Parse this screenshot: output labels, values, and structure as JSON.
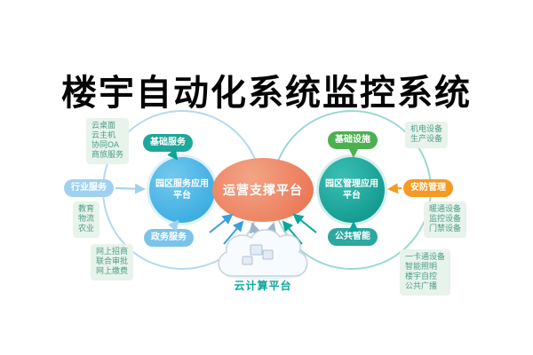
{
  "title": "楼宇自动化系统监控系统",
  "center_platform": {
    "label": "运营支撑平台",
    "color": "#e86f4c"
  },
  "left_platform": {
    "label": "园区服务应用平台",
    "color": "#2da4dd"
  },
  "right_platform": {
    "label": "园区管理应用平台",
    "color": "#079084"
  },
  "cloud_platform": {
    "label": "云计算平台",
    "color": "#0ba69b"
  },
  "left_nodes": [
    {
      "label": "基础服务",
      "color": "#1ea79a"
    },
    {
      "label": "行业服务",
      "color": "#9fd2f0"
    },
    {
      "label": "政务服务",
      "color": "#7cc3e9"
    }
  ],
  "right_nodes": [
    {
      "label": "基础设施",
      "color": "#4cb050"
    },
    {
      "label": "安防管理",
      "color": "#f59a23"
    },
    {
      "label": "公共智能",
      "color": "#2ba8a0"
    }
  ],
  "label_groups": {
    "top_left": [
      "云桌面",
      "云主机",
      "协同OA",
      "商旅服务"
    ],
    "mid_left": [
      "教育",
      "物流",
      "农业"
    ],
    "bottom_left": [
      "网上招商",
      "联合审批",
      "网上缴费"
    ],
    "top_right": [
      "机电设备",
      "生产设备"
    ],
    "mid_right": [
      "暖通设备",
      "监控设备",
      "门禁设备"
    ],
    "bottom_right": [
      "一卡通设备",
      "智能照明",
      "楼宇自控",
      "公共广播"
    ]
  }
}
